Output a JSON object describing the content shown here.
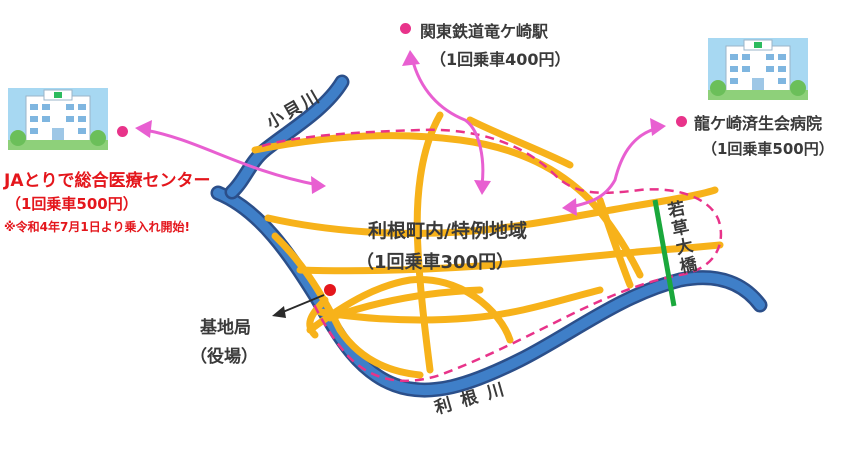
{
  "map": {
    "area_title": "利根町内/特例地域",
    "area_fare": "（1回乗車300円）",
    "destinations": {
      "ja": {
        "name": "JAとりで総合医療センター",
        "fare": "（1回乗車500円）",
        "note": "※令和4年7月1日より乗入れ開始!"
      },
      "station": {
        "name": "関東鉄道竜ケ崎駅",
        "fare": "（1回乗車400円）"
      },
      "hospital": {
        "name": "龍ケ崎済生会病院",
        "fare": "（1回乗車500円）"
      }
    },
    "base_station": {
      "name": "基地局",
      "sub": "（役場）"
    },
    "rivers": {
      "kokai": "小貝川",
      "tone": "利根川"
    },
    "bridge": "若草大橋",
    "colors": {
      "river": "#3f7fc8",
      "road": "#f7b21a",
      "route": "#e8338a",
      "bridge": "#1aa83c",
      "text": "#3a3a3a",
      "accent": "#e4161c"
    }
  }
}
